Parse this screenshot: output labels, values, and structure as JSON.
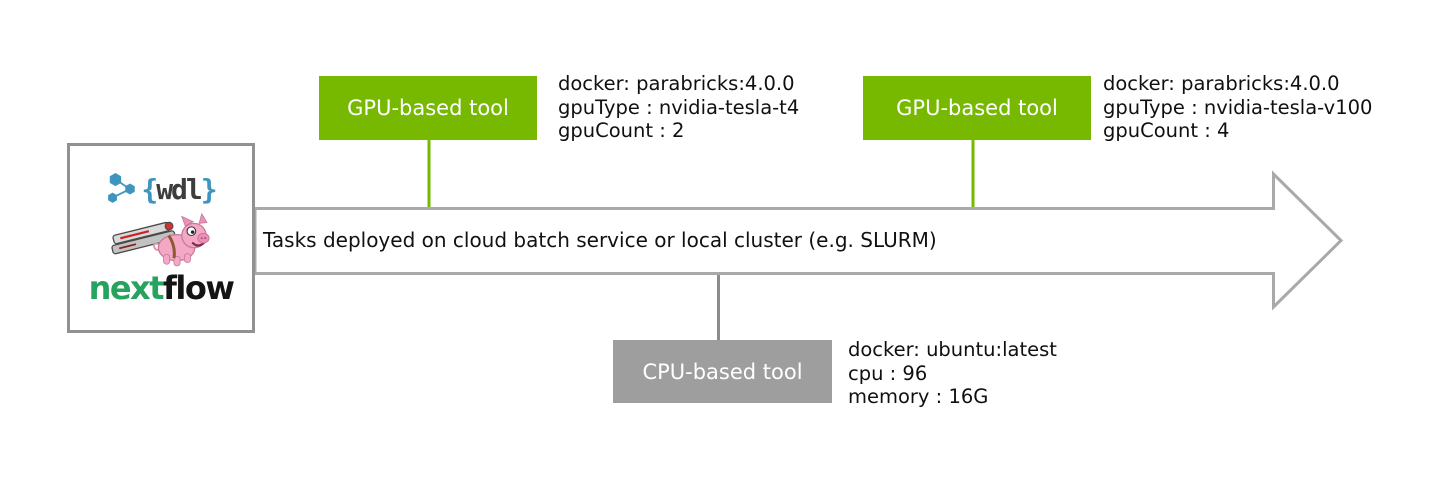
{
  "arrow": {
    "label": "Tasks deployed on cloud batch service or local cluster (e.g. SLURM)"
  },
  "engines": {
    "wdl": {
      "open_brace": "{",
      "name": "wdl",
      "close_brace": "}"
    },
    "nextflow": {
      "green_part": "next",
      "dark_part": "flow"
    }
  },
  "nodes": [
    {
      "label": "GPU-based tool",
      "type": "gpu",
      "props": [
        "docker: parabricks:4.0.0",
        "gpuType : nvidia-tesla-t4",
        "gpuCount : 2"
      ]
    },
    {
      "label": "GPU-based tool",
      "type": "gpu",
      "props": [
        "docker: parabricks:4.0.0",
        "gpuType : nvidia-tesla-v100",
        "gpuCount : 4"
      ]
    },
    {
      "label": "CPU-based tool",
      "type": "cpu",
      "props": [
        "docker: ubuntu:latest",
        "cpu : 96",
        "memory : 16G"
      ]
    }
  ],
  "colors": {
    "gpu_green": "#76b900",
    "cpu_gray": "#9e9e9e",
    "cpu_connector_gray": "#8c8c8c",
    "arrow_outline": "#a9a9a9",
    "wdl_blue": "#3e96be",
    "nextflow_green": "#26a35e"
  }
}
